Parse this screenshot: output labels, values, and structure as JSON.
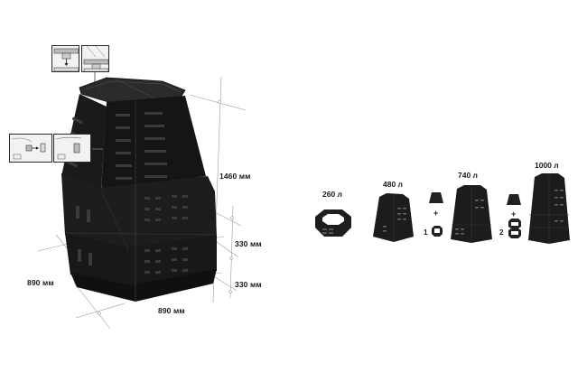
{
  "product": {
    "name": "Composter",
    "color": "#1c1c1c"
  },
  "dimensions": {
    "height": "1460 мм",
    "section_upper": "330 мм",
    "section_lower": "330 мм",
    "depth": "890 мм",
    "width": "890 мм"
  },
  "details": {
    "lid_clip_step1": "lid-clip-insert-diagram",
    "lid_clip_step2": "lid-clip-locked-diagram",
    "side_lock_step1": "side-latch-insert-diagram",
    "side_lock_step2": "side-latch-locked-diagram"
  },
  "configurations": [
    {
      "capacity": "260 л",
      "type": "ring"
    },
    {
      "capacity": "480 л",
      "type": "base-unit"
    },
    {
      "capacity": "740 л",
      "type": "base-plus-1-ring",
      "ring_count": "1",
      "plus": "+"
    },
    {
      "capacity": "1000 л",
      "type": "base-plus-2-rings",
      "ring_count": "2",
      "plus": "+"
    }
  ]
}
